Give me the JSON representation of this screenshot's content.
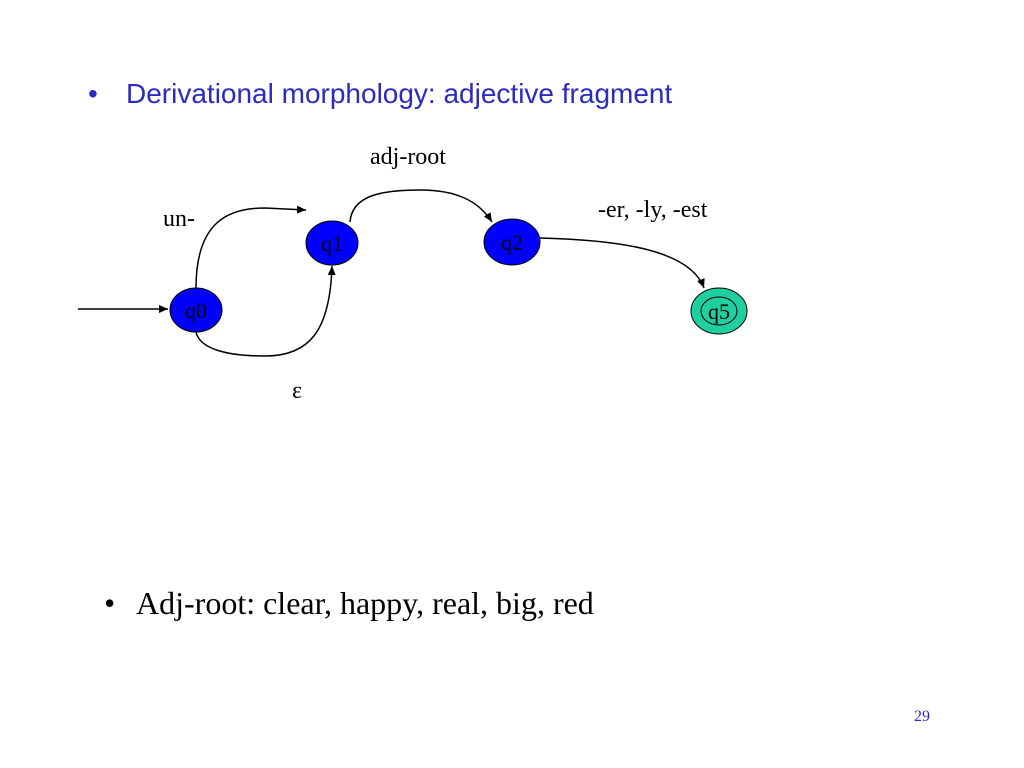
{
  "heading": {
    "bullet": "•",
    "text": "Derivational morphology: adjective fragment"
  },
  "diagram": {
    "states": [
      {
        "id": "q0",
        "label": "q0",
        "color": "#0000ff"
      },
      {
        "id": "q1",
        "label": "q1",
        "color": "#0000ff"
      },
      {
        "id": "q2",
        "label": "q2",
        "color": "#0000ff"
      },
      {
        "id": "q5",
        "label": "q5",
        "color": "#1fcf9f",
        "final": true
      }
    ],
    "transitions": [
      {
        "from": "q0",
        "to": "q1",
        "label": "un-"
      },
      {
        "from": "q0",
        "to": "q1",
        "label": "ε"
      },
      {
        "from": "q1",
        "to": "q2",
        "label": "adj-root"
      },
      {
        "from": "q2",
        "to": "q5",
        "label": "-er, -ly, -est"
      }
    ],
    "start_state": "q0"
  },
  "note": {
    "bullet": "•",
    "text": "Adj-root:  clear, happy, real, big, red"
  },
  "page_number": "29"
}
